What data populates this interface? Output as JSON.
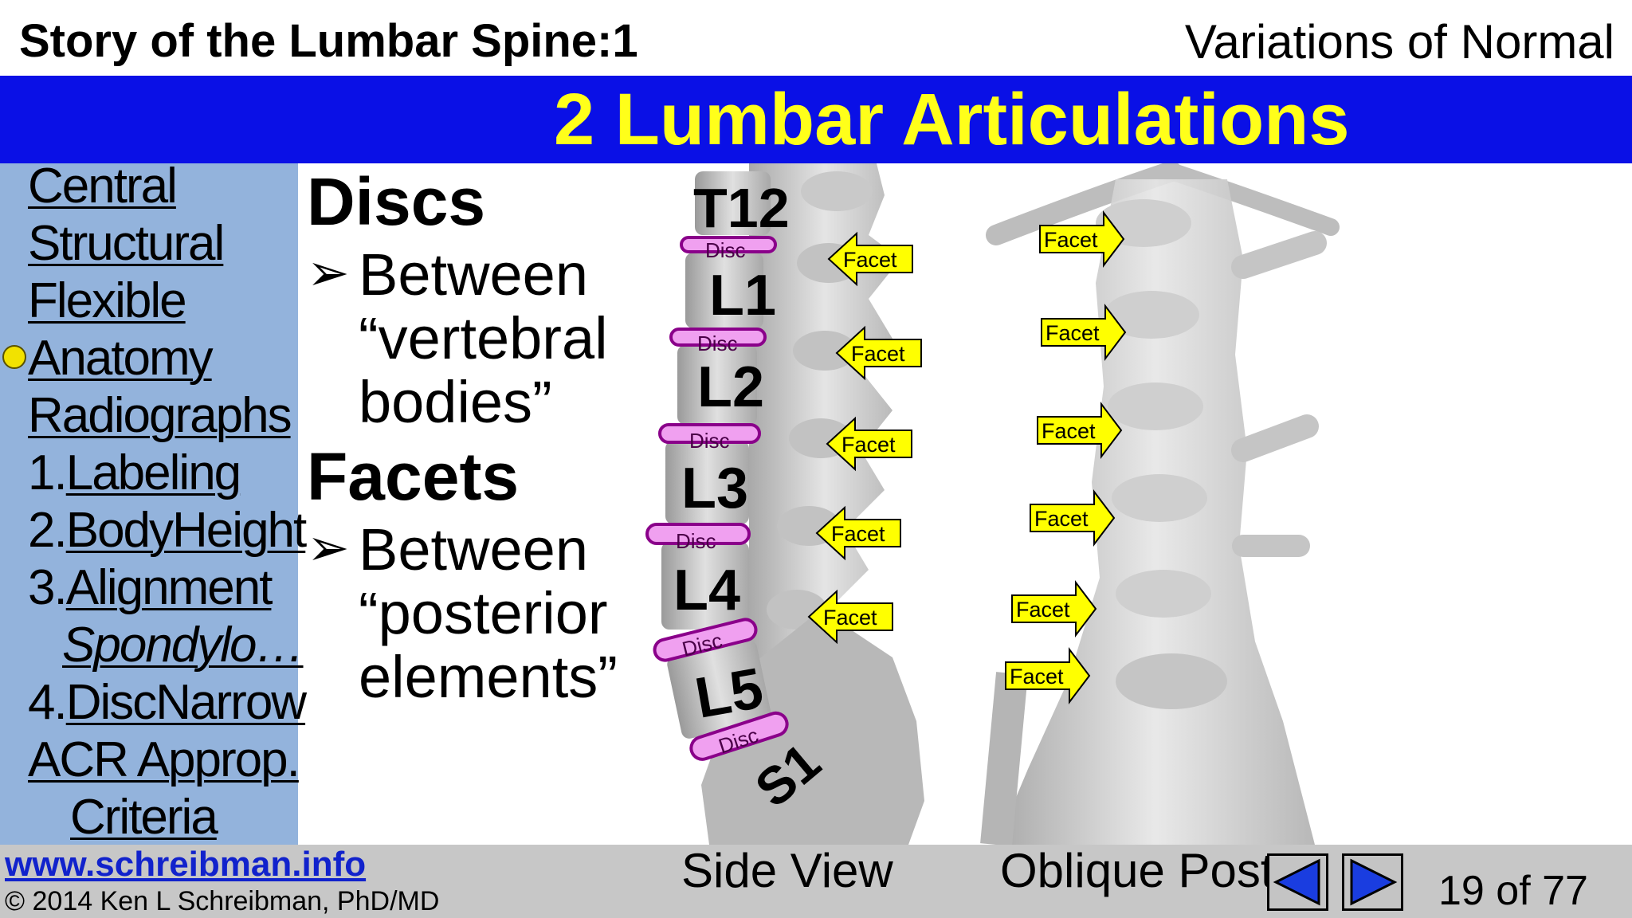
{
  "header": {
    "left_title": "Story of the Lumbar Spine:1",
    "right_title": "Variations of Normal",
    "banner_title": "2 Lumbar Articulations"
  },
  "sidebar": {
    "items": [
      {
        "label": "Central"
      },
      {
        "label": "Structural"
      },
      {
        "label": "Flexible"
      },
      {
        "label": "Anatomy",
        "current": true
      },
      {
        "label": "Radiographs"
      },
      {
        "num": "1.",
        "label": "Labeling"
      },
      {
        "num": "2.",
        "label": "BodyHeight"
      },
      {
        "num": "3.",
        "label": "Alignment"
      },
      {
        "label": "Spondylo…"
      },
      {
        "num": "4.",
        "label": "DiscNarrow"
      },
      {
        "label": "ACR Approp."
      },
      {
        "label": "Criteria"
      }
    ]
  },
  "content": {
    "discs_heading": "Discs",
    "discs_bullet": [
      "Between",
      "“vertebral",
      "bodies”"
    ],
    "facets_heading": "Facets",
    "facets_bullet": [
      "Between",
      "“posterior",
      "elements”"
    ],
    "bullet_glyph": "➢"
  },
  "side_view": {
    "vertebra_labels": [
      "T12",
      "L1",
      "L2",
      "L3",
      "L4",
      "L5",
      "S1"
    ],
    "disc_label": "Disc",
    "facet_label": "Facet",
    "caption": "Side View"
  },
  "oblique_view": {
    "facet_label": "Facet",
    "caption": "Oblique Post"
  },
  "footer": {
    "url": "www.schreibman.info",
    "copyright": "© 2014 Ken L Schreibman, PhD/MD",
    "page_indicator": "19 of 77"
  },
  "colors": {
    "banner": "#0a10e6",
    "banner_text": "#ffff1a",
    "sidebar": "#93b3dc",
    "disc": "#f0a0f0",
    "facet_arrow": "#ffff00",
    "footer": "#c7c7c7",
    "nav_button_arrow": "#1a3de0"
  },
  "icons": {
    "prev": "triangle-left-icon",
    "next": "triangle-right-icon",
    "current_marker": "yellow-dot-icon"
  }
}
